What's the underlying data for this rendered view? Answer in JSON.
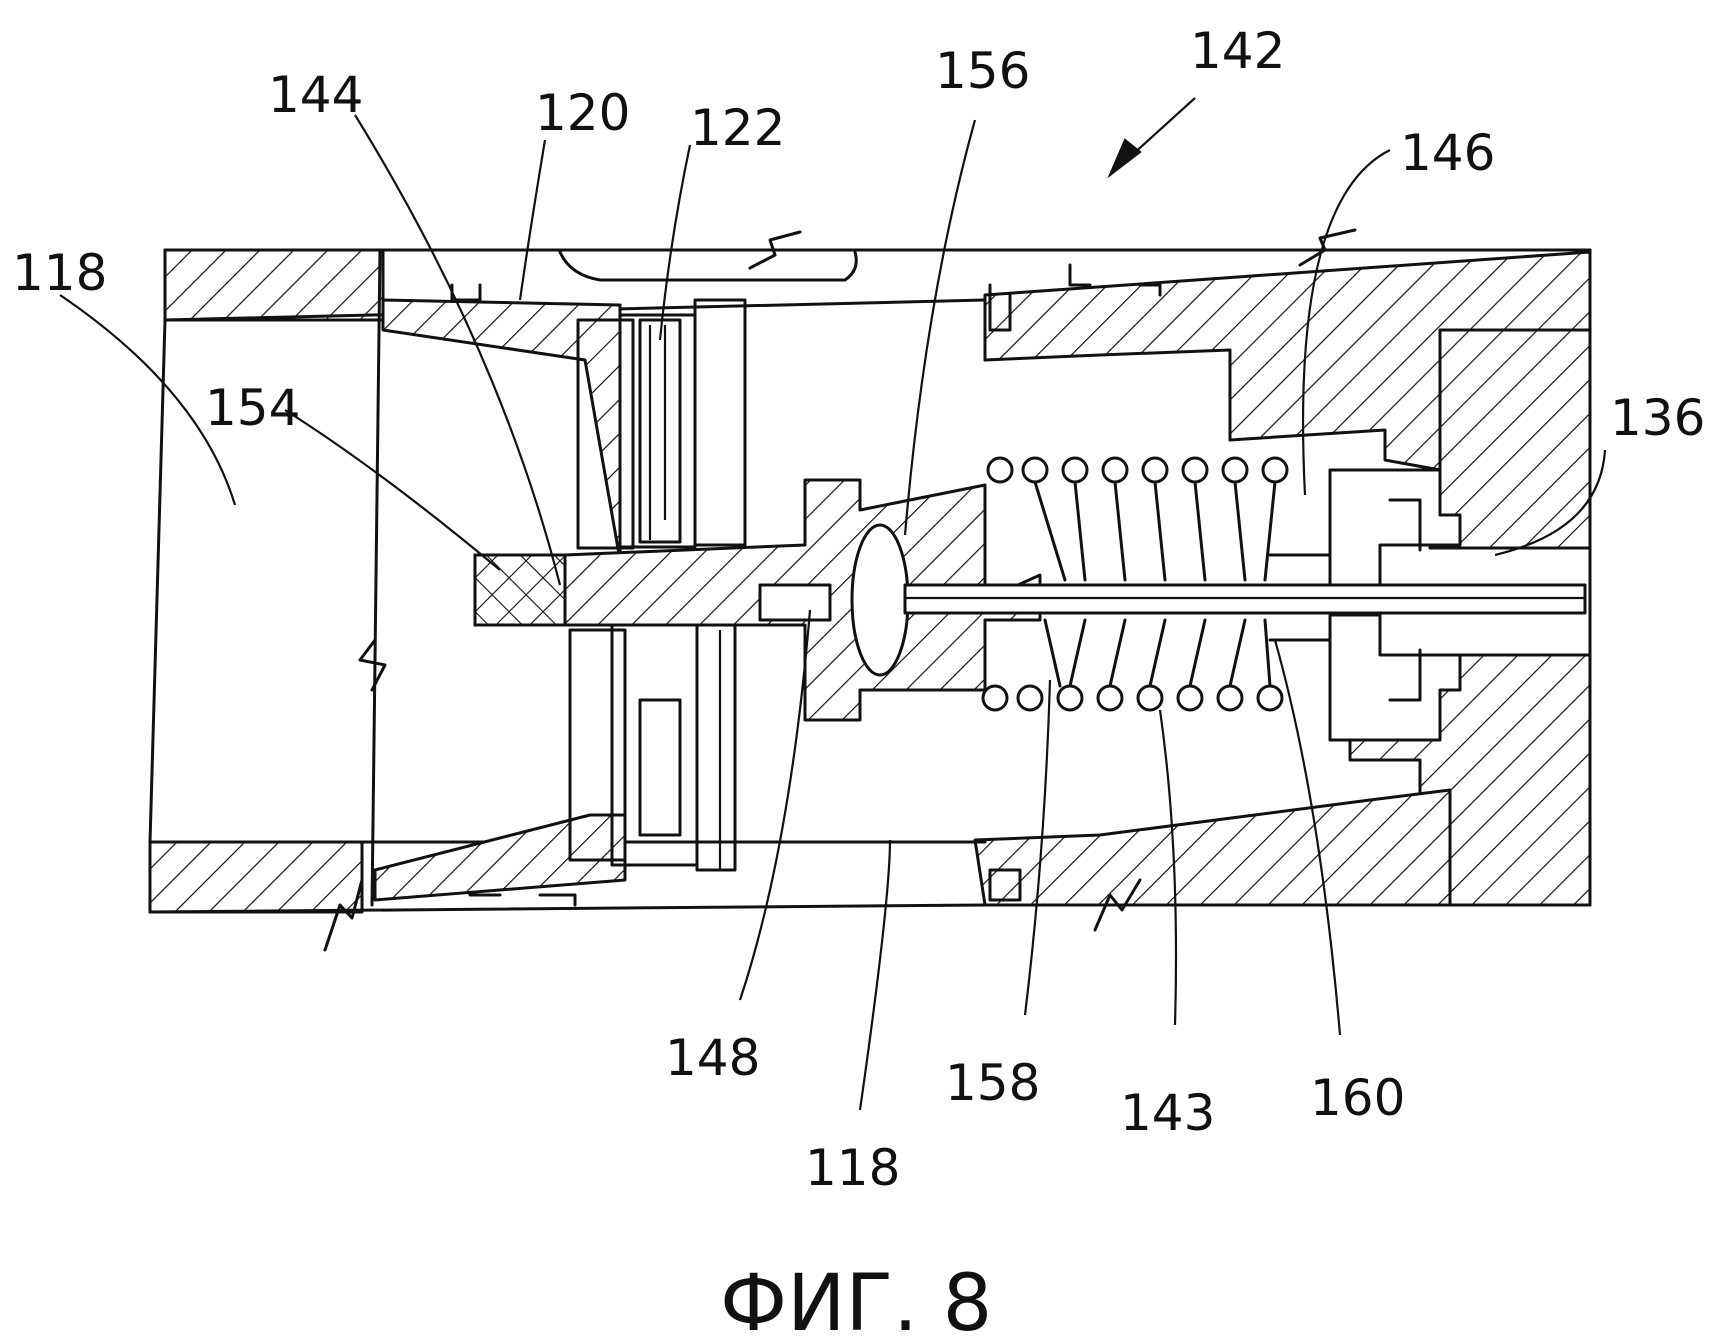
{
  "figure": {
    "caption": "ФИГ. 8",
    "reference_numerals": {
      "r142": "142",
      "r156": "156",
      "r144": "144",
      "r120": "120",
      "r122": "122",
      "r146": "146",
      "r118_left": "118",
      "r154": "154",
      "r136": "136",
      "r148": "148",
      "r158": "158",
      "r143": "143",
      "r160": "160",
      "r118_bottom": "118"
    }
  }
}
